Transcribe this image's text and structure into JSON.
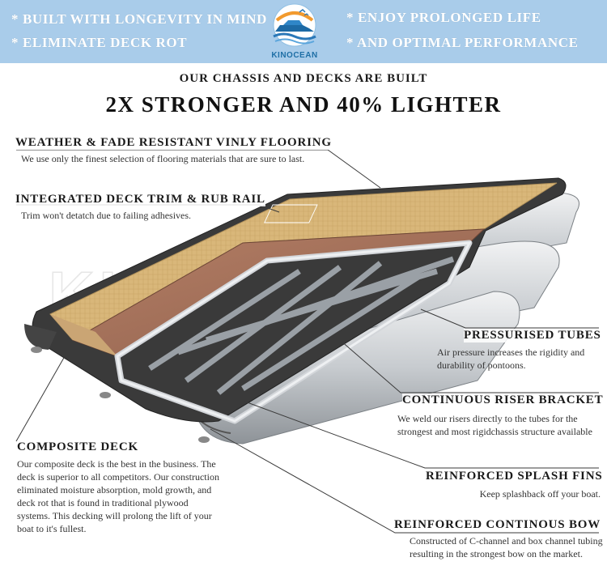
{
  "banner": {
    "bullets_left": [
      "* BUILT WITH LONGEVITY IN MIND",
      "* ELIMINATE DECK ROT"
    ],
    "bullets_right": [
      "* ENJOY PROLONGED LIFE",
      "* AND OPTIMAL PERFORMANCE"
    ],
    "logo_text": "KINOCEAN"
  },
  "subheading": "OUR CHASSIS AND DECKS ARE BUILT",
  "headline": "2X STRONGER AND 40% LIGHTER",
  "watermark": "KINOCEAN",
  "features": {
    "flooring": {
      "title": "WEATHER & FADE RESISTANT VINLY FLOORING",
      "desc": "We use only the finest selection of flooring materials that are sure to last."
    },
    "trim": {
      "title": "INTEGRATED DECK TRIM & RUB RAIL",
      "desc": "Trim won't detatch due to failing adhesives."
    },
    "tubes": {
      "title": "PRESSURISED TUBES",
      "desc": "Air pressure increases the rigidity and durability of pontoons."
    },
    "riser": {
      "title": "CONTINUOUS RISER BRACKET",
      "desc": "We weld our risers directly to the tubes for the strongest and most rigidchassis structure available"
    },
    "composite": {
      "title": "COMPOSITE DECK",
      "desc": "Our composite deck is the best in the business. The deck is superior to all competitors. Our construction eliminated moisture absorption, mold growth, and deck rot that is found in traditional plywood systems. This decking will prolong the lift of your boat to it's fullest."
    },
    "splash": {
      "title": "REINFORCED SPLASH FINS",
      "desc": "Keep splashback off your boat."
    },
    "bow": {
      "title": "REINFORCED CONTINOUS BOW",
      "desc": "Constructed of C-channel and box channel tubing resulting in the strongest bow on the market."
    }
  },
  "colors": {
    "banner_bg": "#a9ccea",
    "deck_tan": "#d9b77a",
    "wood": "#a0705a",
    "tube": "#c8ccd0"
  }
}
